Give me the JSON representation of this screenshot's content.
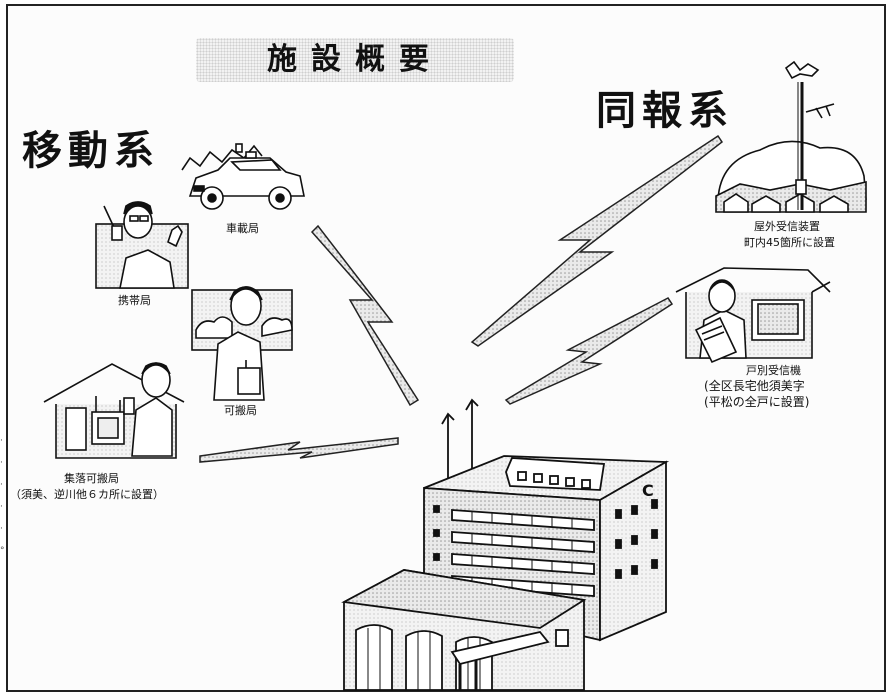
{
  "title": "施設概要",
  "left_group": "移動系",
  "right_group": "同報系",
  "stations": {
    "vehicle": "車載局",
    "handheld": "携帯局",
    "portable": "可搬局",
    "village_portable": "集落可搬局",
    "village_portable_note": "（須美、逆川他６カ所に設置）",
    "outdoor_receiver": "屋外受信装置",
    "outdoor_receiver_note": "町内45箇所に設置",
    "household_receiver": "戸別受信機",
    "household_receiver_note_1": "全区長宅他須美字",
    "household_receiver_note_2": "平松の全戸に設置"
  },
  "colors": {
    "ink": "#111111",
    "frame": "#222222",
    "screen": "#cfcfcf"
  }
}
